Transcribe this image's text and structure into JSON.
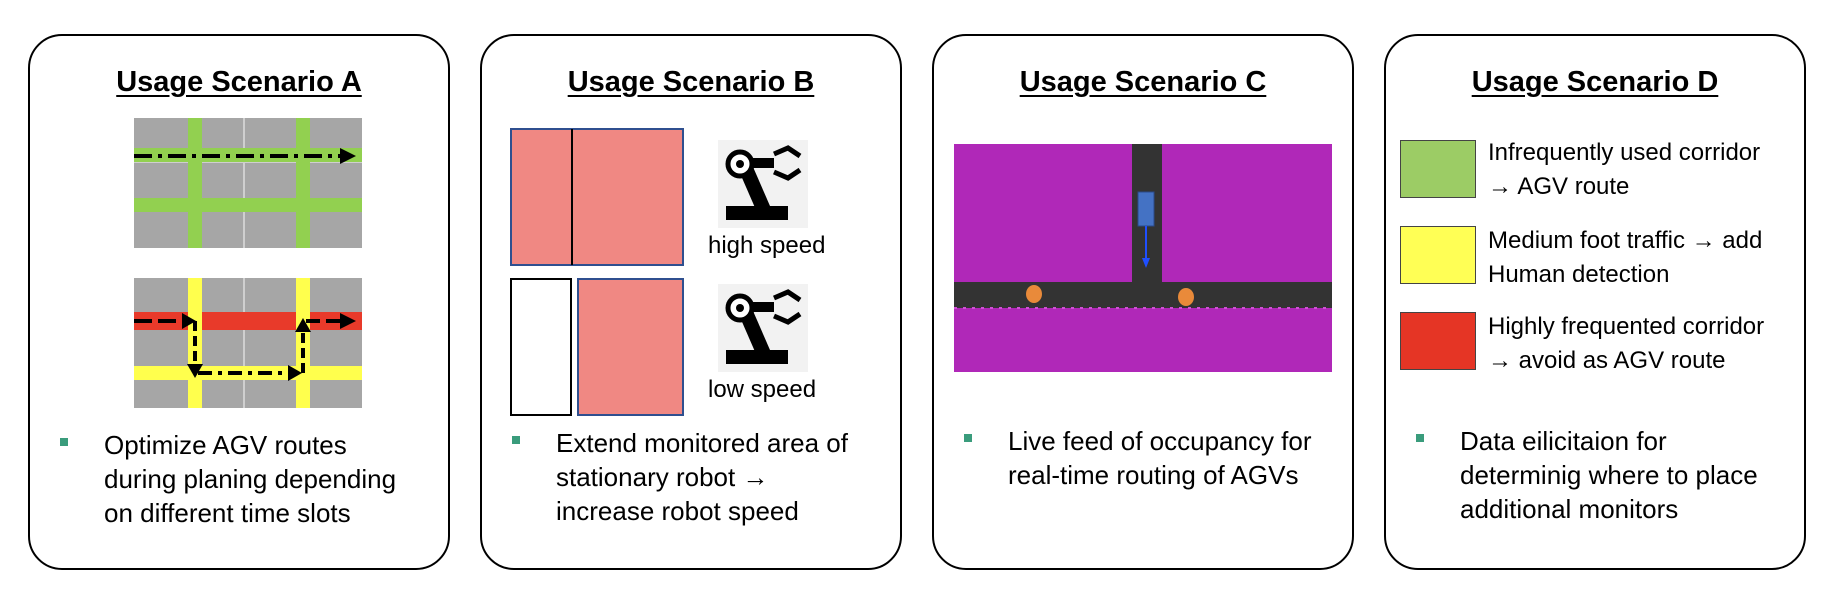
{
  "panels": [
    {
      "title": "Usage Scenario A",
      "bullet": [
        "Optimize AGV routes",
        "during planing depending",
        "on different time slots"
      ]
    },
    {
      "title": "Usage Scenario B",
      "bullet": [
        "Extend monitored area of",
        "stationary robot →",
        "increase robot speed"
      ],
      "labels": {
        "high": "high speed",
        "low": "low speed"
      }
    },
    {
      "title": "Usage Scenario C",
      "bullet": [
        "Live feed of occupancy for",
        "real-time routing of AGVs"
      ]
    },
    {
      "title": "Usage Scenario D",
      "legend": [
        {
          "color": "#9ccc65",
          "lines": [
            "Infrequently used corridor",
            "→ AGV route"
          ]
        },
        {
          "color": "#ffff55",
          "lines": [
            "Medium foot traffic → add",
            "Human detection"
          ]
        },
        {
          "color": "#e53525",
          "lines": [
            "Highly frequented corridor",
            "→ avoid as AGV route"
          ]
        }
      ],
      "bullet": [
        "Data eilicitaion for",
        "determinig where to place",
        "additional monitors"
      ]
    }
  ],
  "colors": {
    "floor": "#a6a6a6",
    "green": "#92d050",
    "yellow": "#ffff4d",
    "red": "#e83a2a",
    "salmon": "#f08883",
    "purple": "#b028b8",
    "dark": "#333333",
    "agv": "#4472c4",
    "person": "#e98a3a",
    "bullet": "#3a9c7c"
  },
  "icons": [
    "robot-arm-icon",
    "robot-arm-icon"
  ]
}
